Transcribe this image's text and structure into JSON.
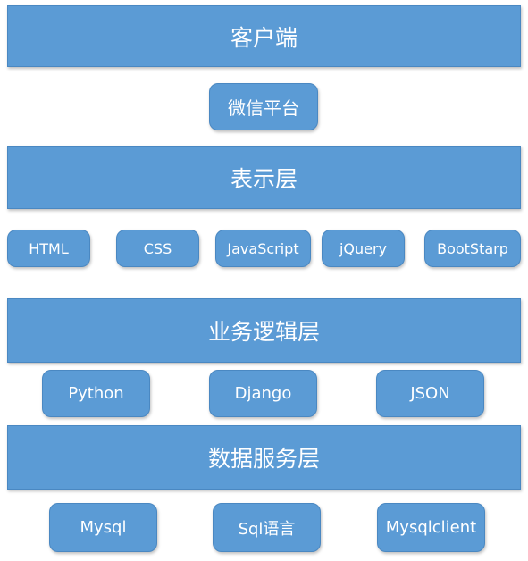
{
  "layers": {
    "client": "客户端",
    "presentation": "表示层",
    "business": "业务逻辑层",
    "data": "数据服务层"
  },
  "client_items": [
    "微信平台"
  ],
  "presentation_items": [
    "HTML",
    "CSS",
    "JavaScript",
    "jQuery",
    "BootStarp"
  ],
  "business_items": [
    "Python",
    "Django",
    "JSON"
  ],
  "data_items": [
    "Mysql",
    "Sql语言",
    "Mysqlclient"
  ],
  "colors": {
    "fill": "#5b9bd5",
    "border": "#4a88c2",
    "text": "#ffffff"
  }
}
